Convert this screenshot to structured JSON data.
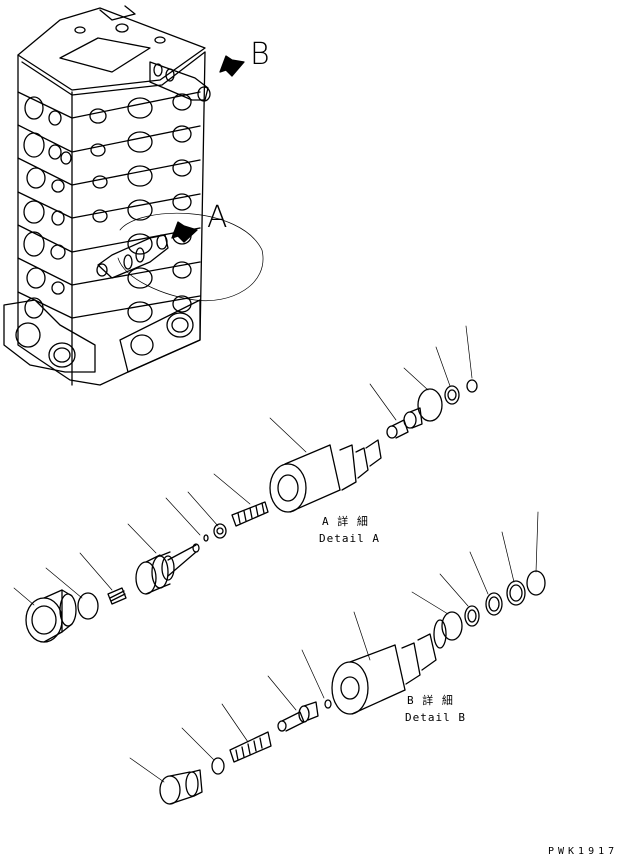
{
  "callouts": {
    "a": "A",
    "b": "B"
  },
  "detail_a": {
    "jp": "A 詳 細",
    "en": "Detail A"
  },
  "detail_b": {
    "jp": "B 詳 細",
    "en": "Detail B"
  },
  "drawing_code": "PWK1917",
  "colors": {
    "ink": "#000000",
    "paper": "#ffffff"
  }
}
